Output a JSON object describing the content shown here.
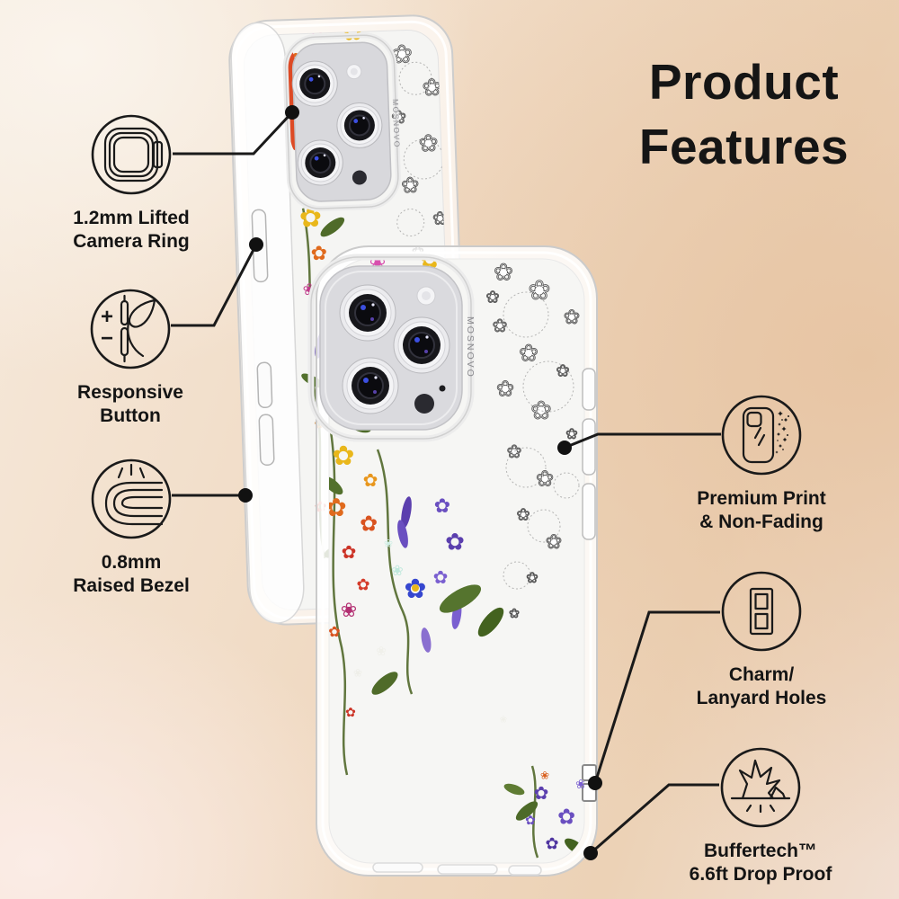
{
  "title": {
    "line1": "Product",
    "line2": "Features"
  },
  "brand_text": "MOSNOVO",
  "features": [
    {
      "name": "camera-ring",
      "label_line1": "1.2mm Lifted",
      "label_line2": "Camera Ring",
      "icon": "camera-ring-icon"
    },
    {
      "name": "responsive-button",
      "label_line1": "Responsive",
      "label_line2": "Button",
      "icon": "side-buttons-finger-icon",
      "plus": "+",
      "minus": "−"
    },
    {
      "name": "raised-bezel",
      "label_line1": "0.8mm",
      "label_line2": "Raised Bezel",
      "icon": "raised-bezel-icon"
    },
    {
      "name": "premium-print",
      "label_line1": "Premium Print",
      "label_line2": "& Non-Fading",
      "icon": "case-sparkle-icon"
    },
    {
      "name": "lanyard-holes",
      "label_line1": "Charm/",
      "label_line2": "Lanyard Holes",
      "icon": "lanyard-holes-icon"
    },
    {
      "name": "drop-proof",
      "label_line1": "Buffertech™",
      "label_line2": "6.6ft Drop Proof",
      "icon": "drop-impact-icon"
    }
  ],
  "colors": {
    "background_warm": "#ecd2b6",
    "background_light": "#faf4ec",
    "background_pink": "#fbece6",
    "text": "#151515",
    "callout_line": "#1a1a1a",
    "case_body": "#f6f6f4",
    "lens_glint_blue": "#3c4fe0"
  }
}
